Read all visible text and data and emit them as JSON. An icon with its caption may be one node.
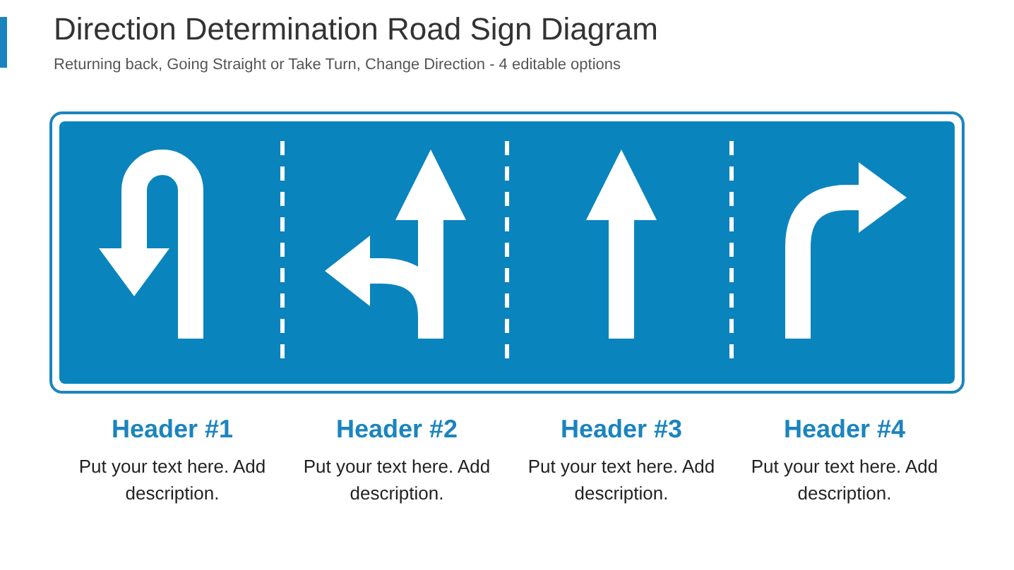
{
  "diagram": {
    "title": "Direction Determination Road Sign Diagram",
    "labels": [
      "Returning back, Going Straight or Take Turn, Change Direction - 4 editable options"
    ],
    "nodes": [
      {
        "text": [
          "Header #1",
          "Put your text here. Add description."
        ]
      },
      {
        "text": [
          "Header #2",
          "Put your text here. Add description."
        ]
      },
      {
        "text": [
          "Header #3",
          "Put your text here. Add description."
        ]
      },
      {
        "text": [
          "Header #4",
          "Put your text here. Add description."
        ]
      }
    ]
  }
}
